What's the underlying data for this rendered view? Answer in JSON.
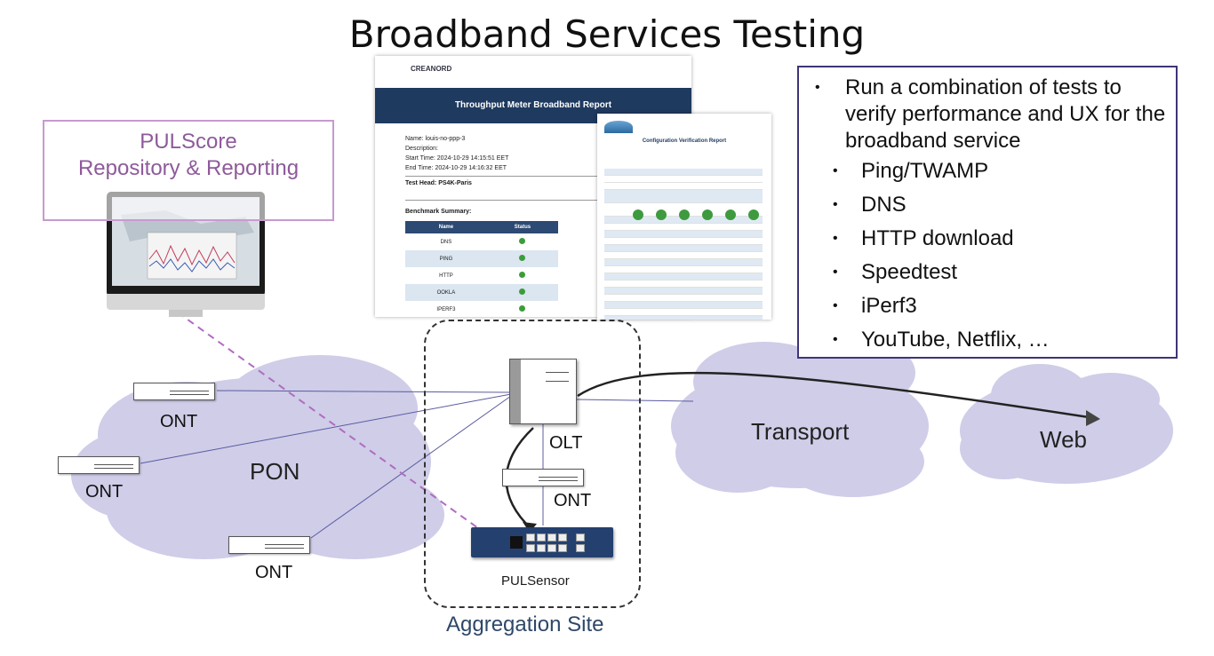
{
  "title": "Broadband Services Testing",
  "pulscore": {
    "line1": "PULScore",
    "line2": "Repository & Reporting"
  },
  "bullets": {
    "main": "Run a combination of tests to verify performance and UX for the broadband service",
    "items": [
      "Ping/TWAMP",
      "DNS",
      "HTTP download",
      "Speedtest",
      "iPerf3",
      "YouTube, Netflix, …"
    ]
  },
  "report1": {
    "logo": "CREANORD",
    "banner": "Throughput Meter Broadband Report",
    "name": "Name: louis-no-ppp-3",
    "description": "Description:",
    "start": "Start Time: 2024-10-29 14:15:51 EET",
    "end": "End Time: 2024-10-29 14:16:32 EET",
    "test_head": "Test Head: PS4K-Paris",
    "benchmark": "Benchmark Summary:",
    "col_name": "Name",
    "col_status": "Status",
    "rows": [
      "DNS",
      "PING",
      "HTTP",
      "OOKLA",
      "IPERF3"
    ]
  },
  "report2": {
    "title": "Configuration Verification Report"
  },
  "labels": {
    "ont1": "ONT",
    "ont2": "ONT",
    "ont3": "ONT",
    "ont4": "ONT",
    "pon": "PON",
    "olt": "OLT",
    "transport": "Transport",
    "web": "Web",
    "pulsensor": "PULSensor",
    "aggregation": "Aggregation Site"
  },
  "colors": {
    "purple_dash": "#b06cc0",
    "line_blue": "#5b5ba0",
    "cloud": "#cfcde8",
    "pulscore_border": "#c79ad0",
    "bullet_border": "#3d3577",
    "report_banner": "#1f3a5f"
  }
}
